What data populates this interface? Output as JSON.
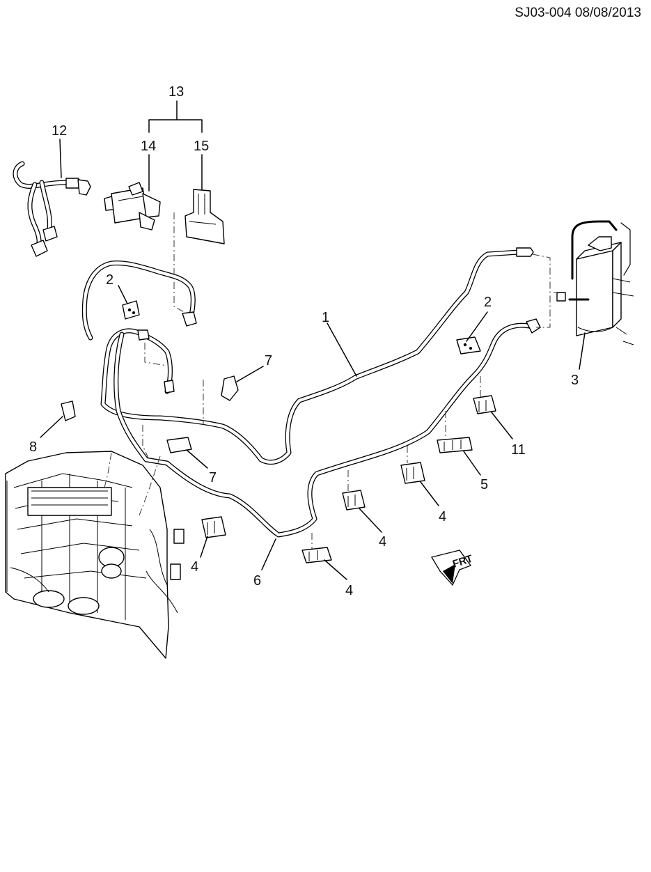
{
  "diagram": {
    "code": "SJ03-004 08/08/2013",
    "direction_label": "FRT",
    "callouts": [
      {
        "id": "c1",
        "label": "1"
      },
      {
        "id": "c2a",
        "label": "2"
      },
      {
        "id": "c2b",
        "label": "2"
      },
      {
        "id": "c3",
        "label": "3"
      },
      {
        "id": "c4a",
        "label": "4"
      },
      {
        "id": "c4b",
        "label": "4"
      },
      {
        "id": "c4c",
        "label": "4"
      },
      {
        "id": "c4d",
        "label": "4"
      },
      {
        "id": "c5",
        "label": "5"
      },
      {
        "id": "c6",
        "label": "6"
      },
      {
        "id": "c7a",
        "label": "7"
      },
      {
        "id": "c7b",
        "label": "7"
      },
      {
        "id": "c8",
        "label": "8"
      },
      {
        "id": "c11",
        "label": "11"
      },
      {
        "id": "c12",
        "label": "12"
      },
      {
        "id": "c13",
        "label": "13"
      },
      {
        "id": "c14",
        "label": "14"
      },
      {
        "id": "c15",
        "label": "15"
      }
    ]
  }
}
